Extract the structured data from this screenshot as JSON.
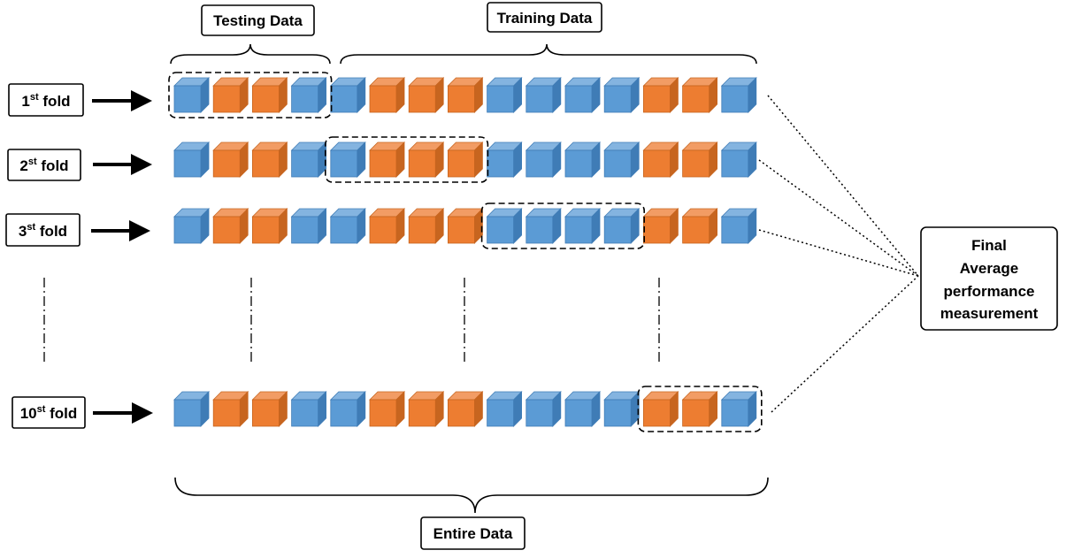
{
  "labels": {
    "testing": "Testing Data",
    "training": "Training Data",
    "entire": "Entire Data",
    "final": [
      "Final",
      "Average",
      "performance",
      "measurement"
    ]
  },
  "colors": {
    "blue_front": "#5B9BD5",
    "blue_top": "#84B4E0",
    "blue_side": "#3F7CB6",
    "orange_front": "#ED7D31",
    "orange_top": "#F29C64",
    "orange_side": "#C7651F"
  },
  "cube_pattern": [
    "blue",
    "orange",
    "orange",
    "blue",
    "blue",
    "orange",
    "orange",
    "orange",
    "blue",
    "blue",
    "blue",
    "blue",
    "orange",
    "orange",
    "blue"
  ],
  "folds": [
    {
      "num": "1",
      "sup": "st",
      "suffix": " fold",
      "test_start": 0
    },
    {
      "num": "2",
      "sup": "st",
      "suffix": " fold",
      "test_start": 4
    },
    {
      "num": "3",
      "sup": "st",
      "suffix": " fold",
      "test_start": 8
    },
    {
      "num": "10",
      "sup": "st",
      "suffix": " fold",
      "test_start": 12
    }
  ]
}
